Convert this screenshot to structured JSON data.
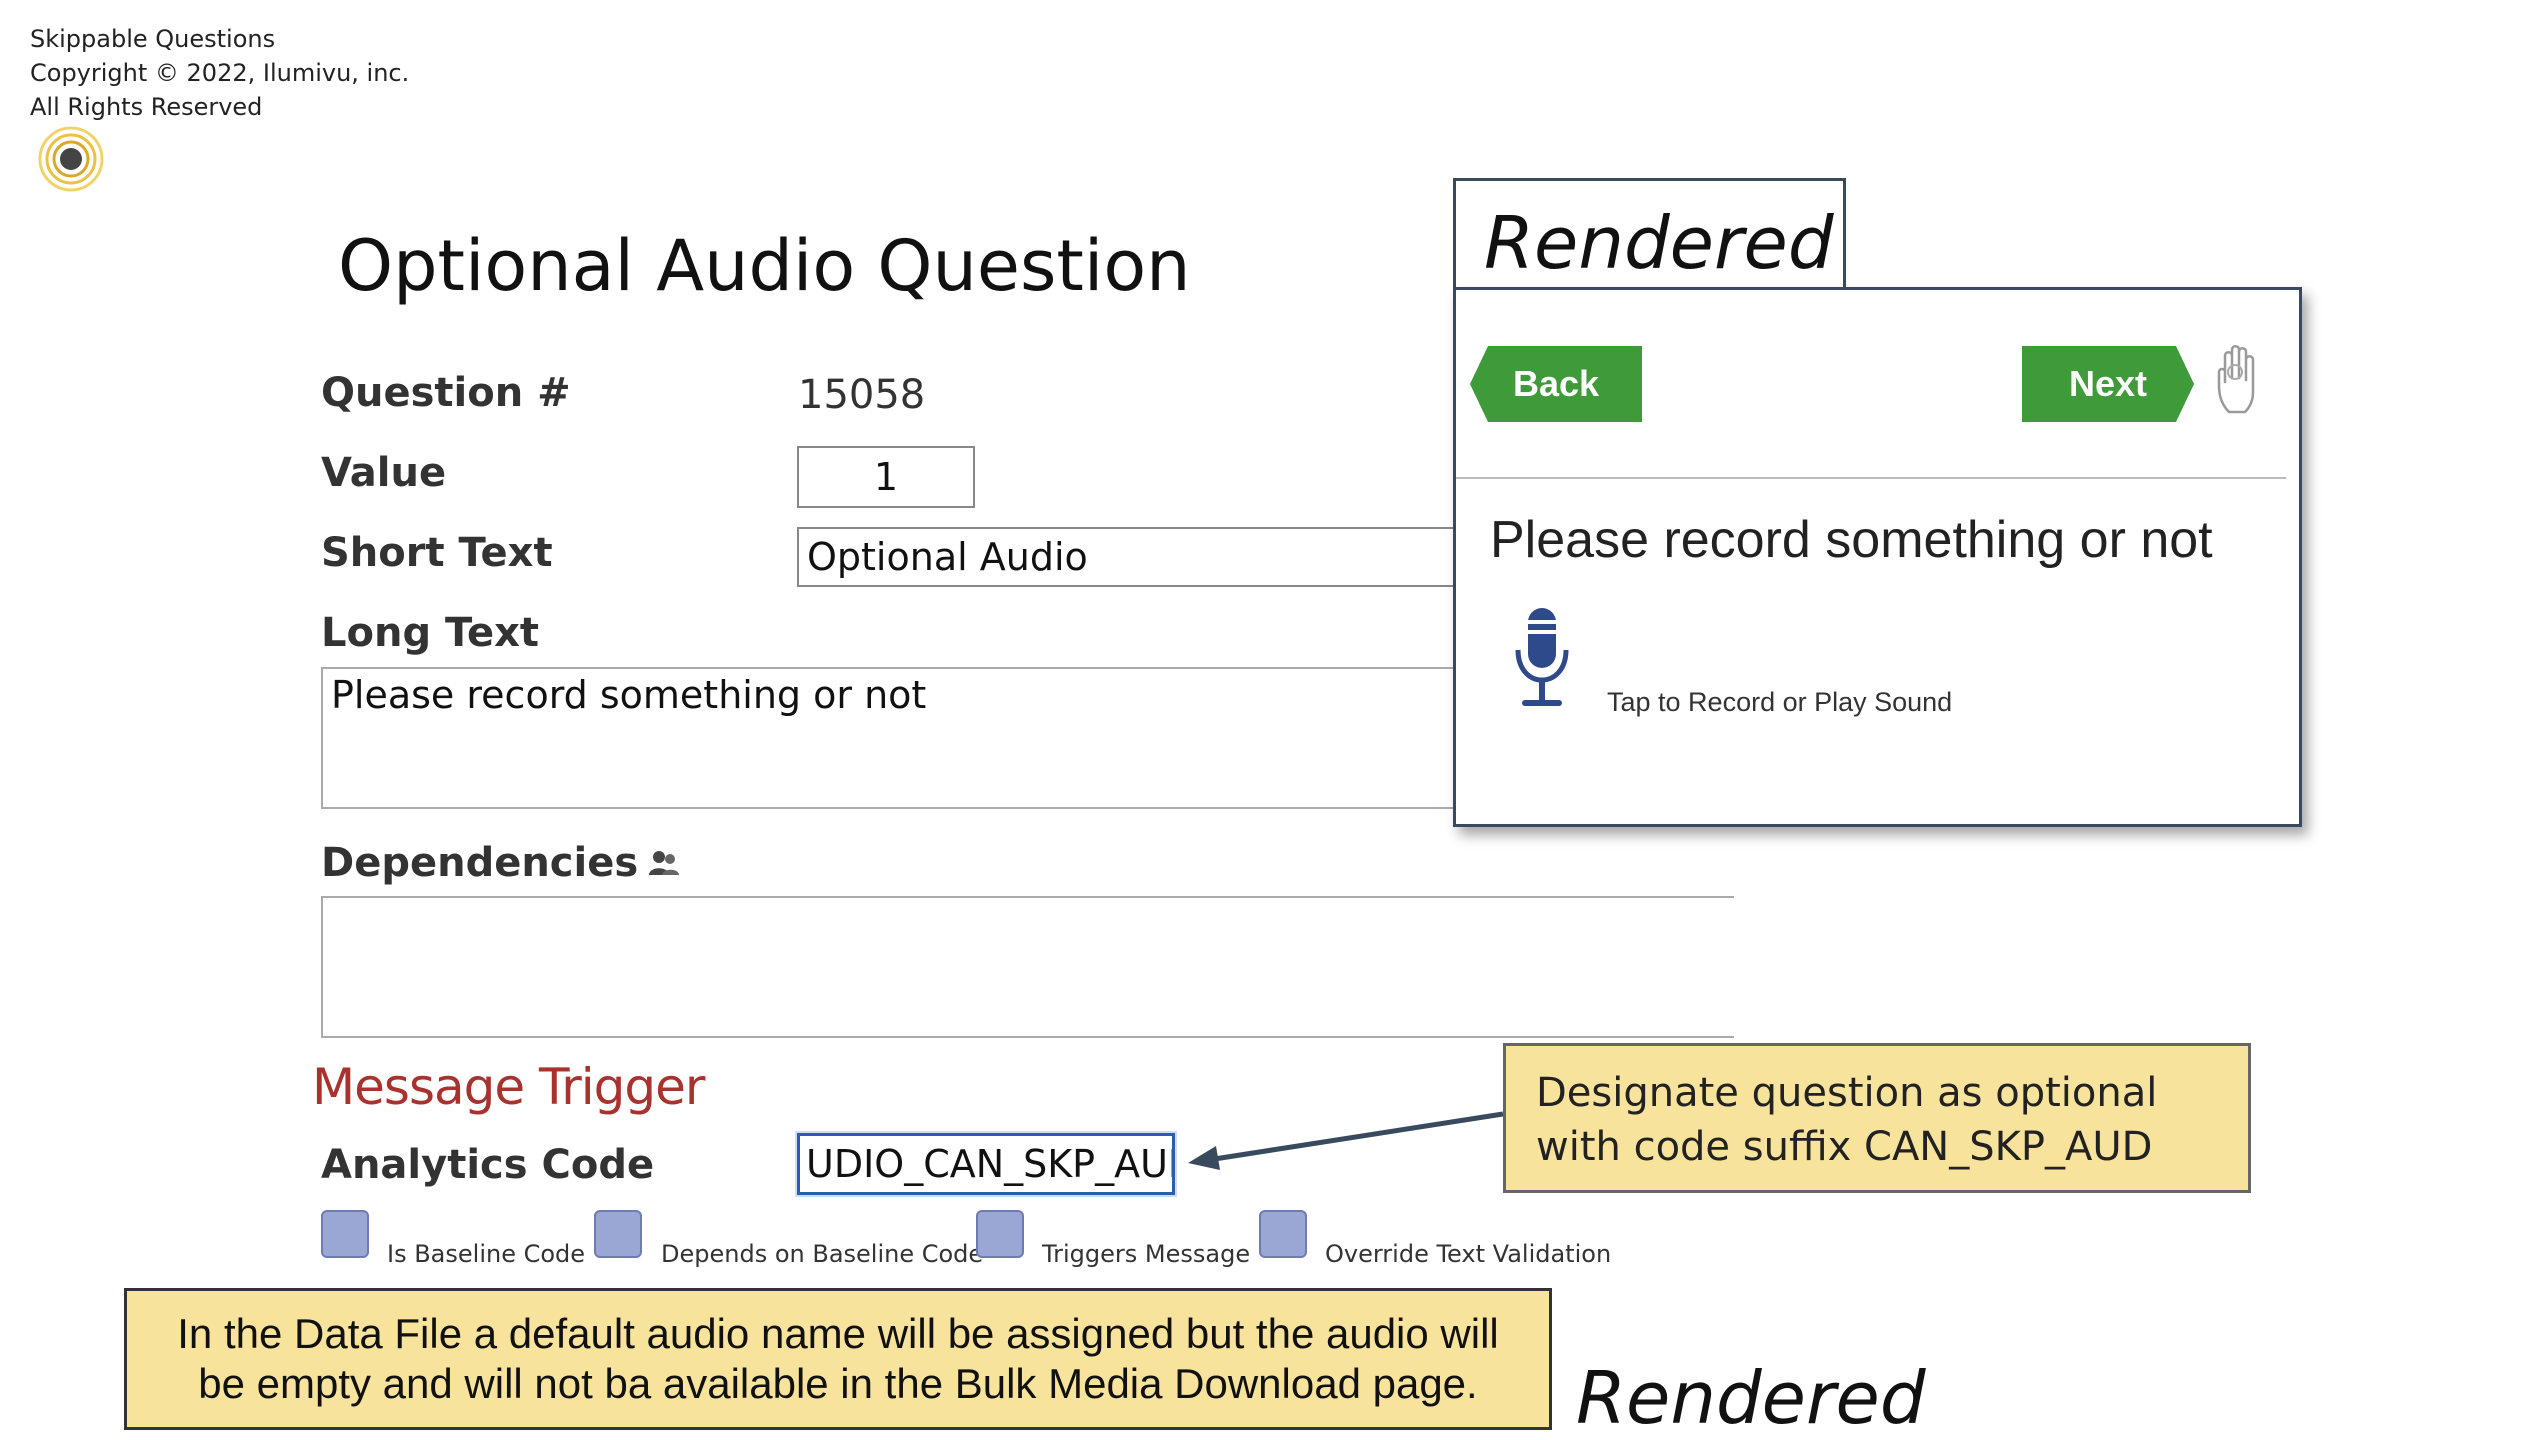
{
  "header": {
    "line1": "Skippable Questions",
    "line2": "Copyright © 2022, Ilumivu, inc.",
    "line3": "All Rights Reserved",
    "logo_icon": "ilumivu-logo-icon"
  },
  "page_title": "Optional Audio Question",
  "form": {
    "question_number_label": "Question #",
    "question_number_value": "15058",
    "value_label": "Value",
    "value_input": "1",
    "short_text_label": "Short Text",
    "short_text_input": "Optional Audio",
    "long_text_label": "Long Text",
    "long_text_value": "Please record something or not",
    "dependencies_label": "Dependencies",
    "dependencies_icon": "users-icon",
    "dependencies_value": "",
    "message_trigger_label": "Message Trigger",
    "analytics_code_label": "Analytics Code",
    "analytics_code_value": "UDIO_CAN_SKP_AUD",
    "checkboxes": [
      {
        "label": "Is Baseline Code"
      },
      {
        "label": "Depends on Baseline Code"
      },
      {
        "label": "Triggers Message"
      },
      {
        "label": "Override Text Validation"
      }
    ]
  },
  "rendered_preview": {
    "tab_label": "Rendered",
    "back_label": "Back",
    "next_label": "Next",
    "hand_icon": "hand-icon",
    "question_text": "Please record something or not",
    "mic_icon": "microphone-icon",
    "hint_text": "Tap to Record or Play Sound"
  },
  "callouts": {
    "suffix_note_line1": "Designate question as optional",
    "suffix_note_line2": "with code suffix CAN_SKP_AUD",
    "data_file_note_line1": "In the Data File a default audio name will be assigned but the audio will",
    "data_file_note_line2": "be empty and will not ba available in the Bulk Media Download page.",
    "bottom_rendered_label": "Rendered"
  },
  "colors": {
    "button_green": "#3f9a3a",
    "message_trigger_red": "#a8322d",
    "callout_yellow": "#f7e39c",
    "checkbox_blue": "#9aa6d4",
    "mic_blue": "#2f4a8a"
  }
}
